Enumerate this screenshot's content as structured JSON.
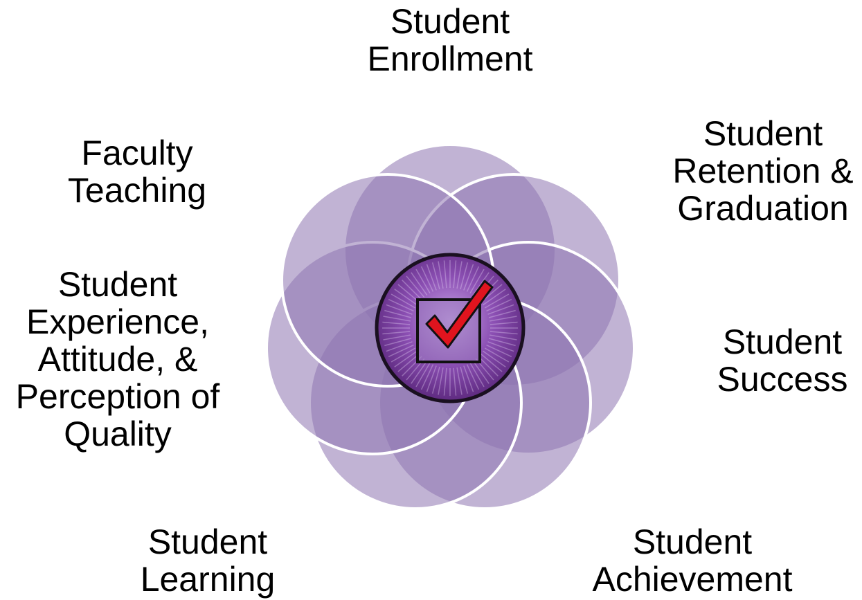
{
  "labels": {
    "enrollment": [
      "Student",
      "Enrollment"
    ],
    "retention": [
      "Student",
      "Retention &",
      "Graduation"
    ],
    "success": [
      "Student",
      "Success"
    ],
    "achievement": [
      "Student",
      "Achievement"
    ],
    "learning": [
      "Student",
      "Learning"
    ],
    "experience": [
      "Student",
      "Experience,",
      "Attitude, &",
      "Perception of",
      "Quality"
    ],
    "teaching": [
      "Faculty",
      "Teaching"
    ]
  },
  "colors": {
    "petal_fill": "#8e74b0",
    "petal_stroke": "#ffffff",
    "center_fill": "#7d3fa0",
    "center_stroke": "#1a1020",
    "checkmark": "#e0141e"
  },
  "icons": {
    "center": "checkmark-badge-icon"
  }
}
